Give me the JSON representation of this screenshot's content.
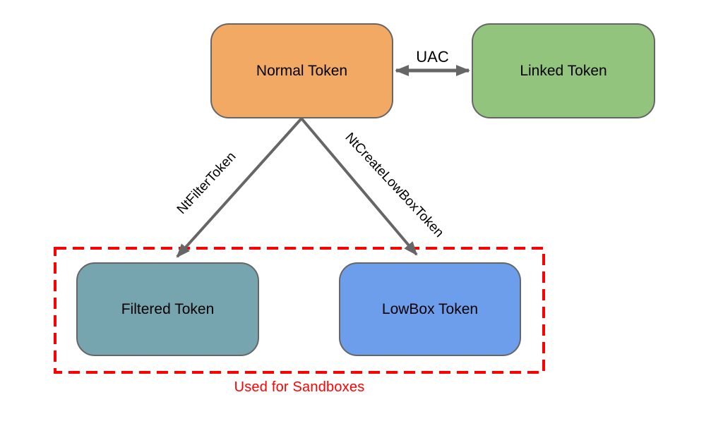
{
  "diagram": {
    "background": "#ffffff",
    "stroke_color": "#666666",
    "nodes": [
      {
        "id": "normal-token",
        "label": "Normal Token",
        "fill": "#f2a963"
      },
      {
        "id": "linked-token",
        "label": "Linked Token",
        "fill": "#93c47d"
      },
      {
        "id": "filtered-token",
        "label": "Filtered Token",
        "fill": "#76a5af"
      },
      {
        "id": "lowbox-token",
        "label": "LowBox Token",
        "fill": "#6d9eeb"
      }
    ],
    "edges": [
      {
        "from": "normal-token",
        "to": "linked-token",
        "label": "UAC",
        "direction": "bidirectional"
      },
      {
        "from": "normal-token",
        "to": "filtered-token",
        "label": "NtFilterToken",
        "direction": "one-way"
      },
      {
        "from": "normal-token",
        "to": "lowbox-token",
        "label": "NtCreateLowBoxToken",
        "direction": "one-way"
      }
    ],
    "group": {
      "label": "Used for Sandboxes",
      "color": "#ff0000",
      "members": [
        "filtered-token",
        "lowbox-token"
      ]
    }
  }
}
